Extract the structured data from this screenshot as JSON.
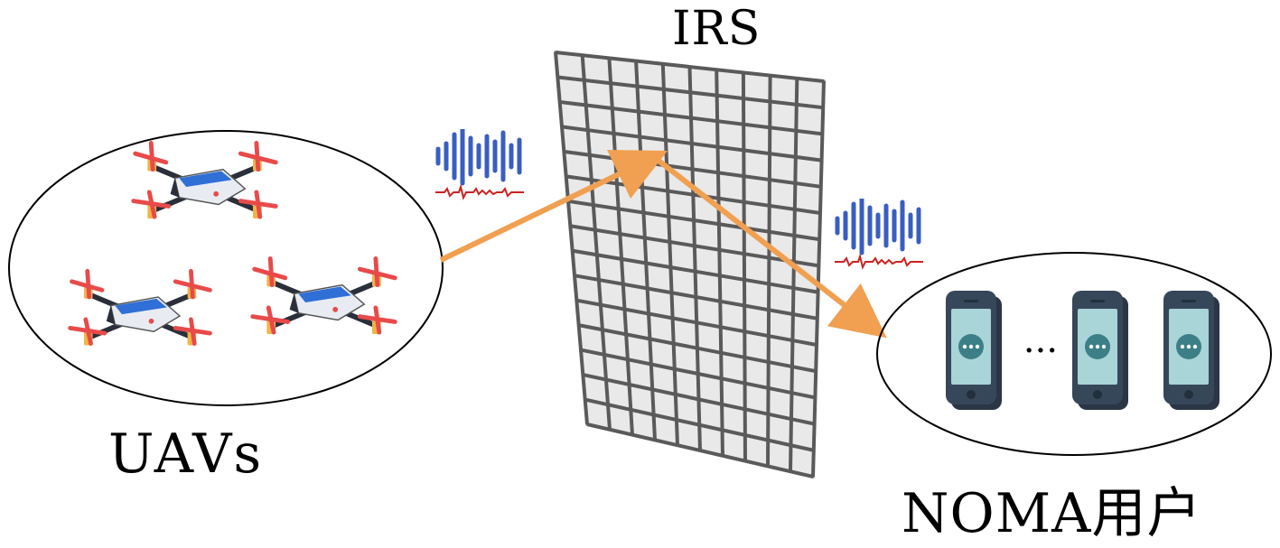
{
  "labels": {
    "irs": "IRS",
    "uavs": "UAVs",
    "noma_users": "NOMA用户",
    "ellipsis": "···"
  },
  "components": {
    "uav_group": {
      "count": 3,
      "icon": "drone-icon"
    },
    "user_group": {
      "count_visible": 3,
      "icon": "smartphone-icon"
    },
    "irs_panel": {
      "icon": "reflecting-surface-grid"
    },
    "signals": [
      {
        "icon": "signal-waveform-icon",
        "position": "incident"
      },
      {
        "icon": "signal-waveform-icon",
        "position": "reflected"
      }
    ]
  },
  "colors": {
    "arrow": "#f0a050",
    "waveform_blue": "#3a5ec0",
    "waveform_red": "#cc2222",
    "drone_propeller": "#e84a4a",
    "drone_body": "#2a2f3a",
    "drone_accent": "#2f6fd6",
    "phone_body": "#37475a",
    "phone_screen": "#a9d4d8",
    "phone_bubble": "#3c7f86"
  }
}
